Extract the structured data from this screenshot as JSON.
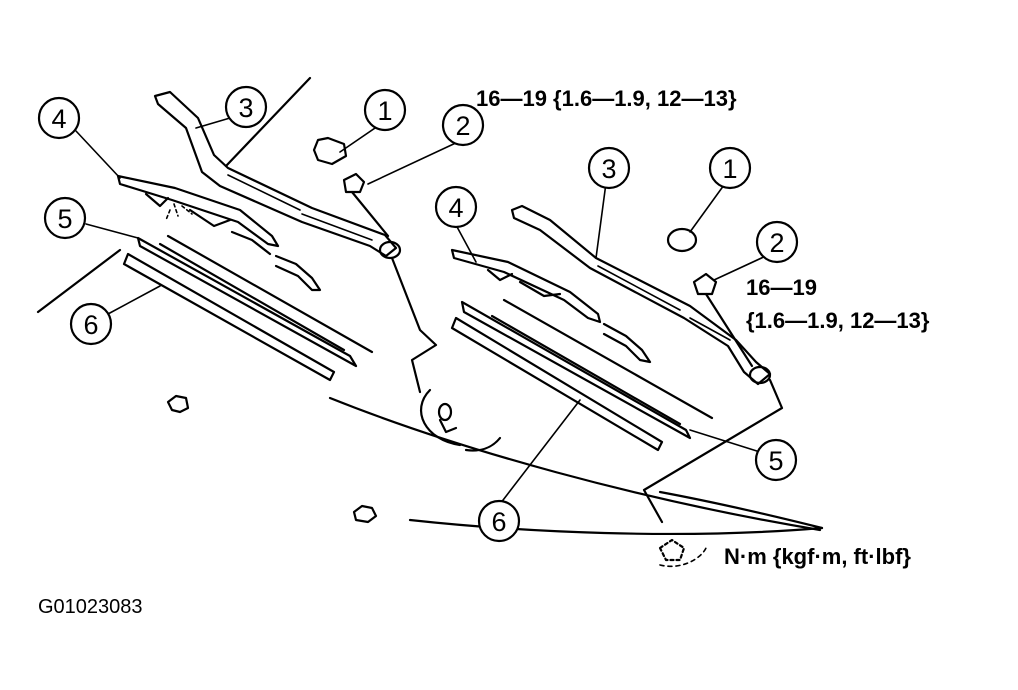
{
  "figure": {
    "callouts_left": [
      "1",
      "2",
      "3",
      "4",
      "5",
      "6"
    ],
    "callouts_right": [
      "1",
      "2",
      "3",
      "4",
      "5",
      "6"
    ],
    "torque_left": "16—19 {1.6—1.9, 12—13}",
    "torque_right_line1": "16—19",
    "torque_right_line2": "{1.6—1.9, 12—13}",
    "unit_legend": "N·m {kgf·m, ft·lbf}",
    "figure_code": "G01023083"
  }
}
